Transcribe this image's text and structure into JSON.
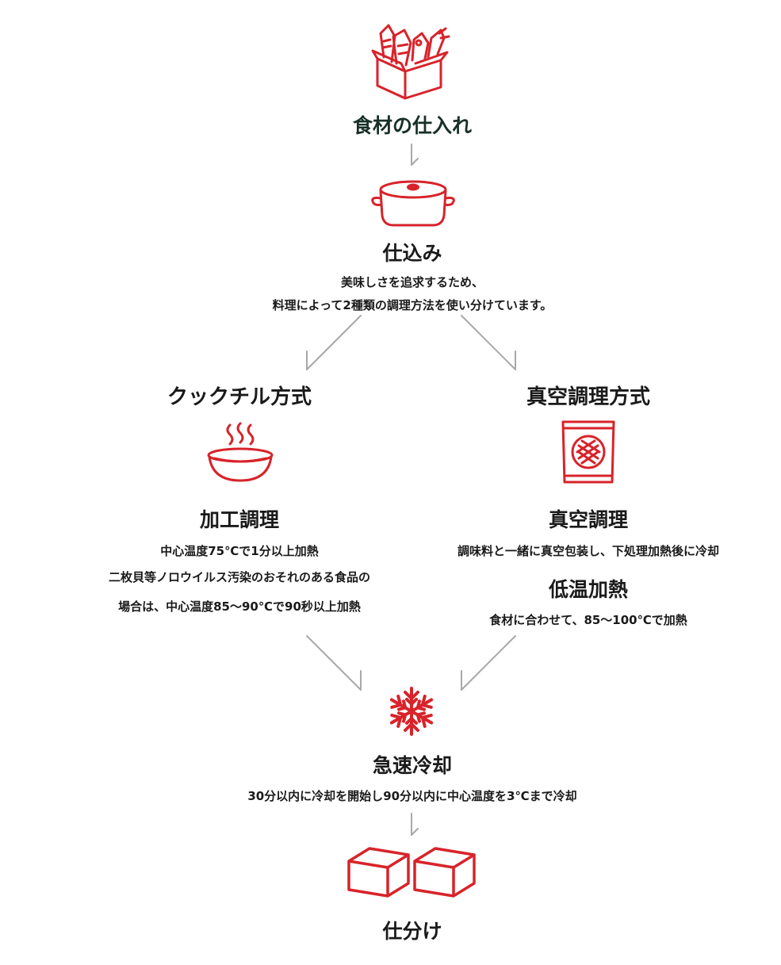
{
  "colors": {
    "accent": "#d8232a",
    "text": "#1a1a1a",
    "title_dark": "#183028",
    "arrow": "#a8a8a8"
  },
  "steps": {
    "sourcing": {
      "title": "食材の仕入れ",
      "icon": "box-of-ingredients-icon"
    },
    "prep": {
      "title": "仕込み",
      "icon": "pot-icon",
      "desc_line1": "美味しさを追求するため、",
      "desc_line2": "料理によって2種類の調理方法を使い分けています。"
    },
    "cook_chill": {
      "method": "クックチル方式",
      "icon": "steaming-bowl-icon",
      "title": "加工調理",
      "desc_line1": "中心温度75℃で1分以上加熱",
      "desc_line2": "二枚貝等ノロウイルス汚染のおそれのある食品の",
      "desc_line3": "場合は、中心温度85～90℃で90秒以上加熱"
    },
    "vacuum": {
      "method": "真空調理方式",
      "icon": "vacuum-pack-icon",
      "title": "真空調理",
      "desc": "調味料と一緒に真空包装し、下処理加熱後に冷却",
      "subtitle": "低温加熱",
      "subdesc": "食材に合わせて、85～100℃で加熱"
    },
    "rapid_cool": {
      "title": "急速冷却",
      "icon": "snowflake-icon",
      "desc": "30分以内に冷却を開始し90分以内に中心温度を3℃まで冷却"
    },
    "portion": {
      "title": "仕分け",
      "icon": "two-boxes-icon"
    }
  }
}
